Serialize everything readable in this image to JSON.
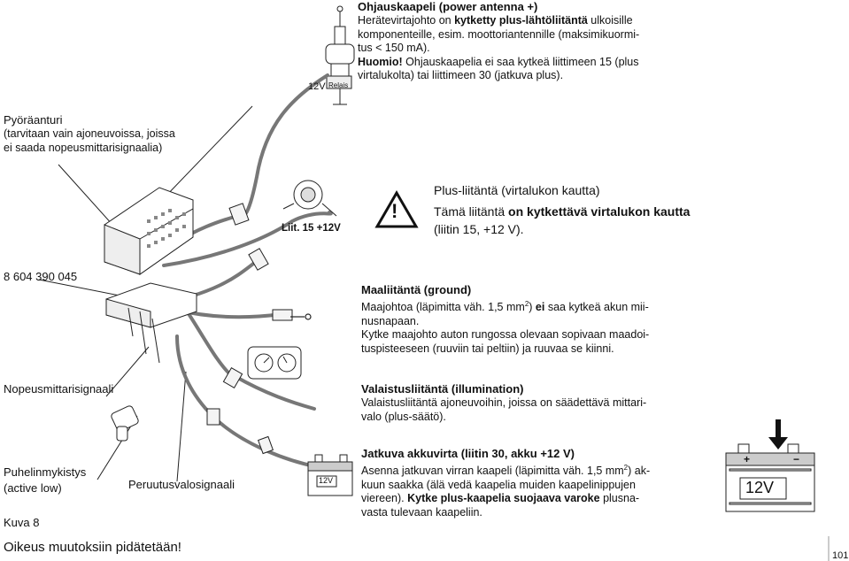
{
  "antenna": {
    "title": "Ohjauskaapeli (power antenna +)",
    "l1_pre": "Herätevirtajohto on ",
    "l1_bold": "kytketty plus-lähtöliitäntä",
    "l1_post": " ulkoisille",
    "l2": "komponenteille, esim. moottoriantennille (maksimikuormi-",
    "l3": "tus < 150 mA).",
    "l4_bold": "Huomio!",
    "l4_post": " Ohjauskaapelia ei saa kytkeä liittimeen 15 (plus",
    "l5": "virtalukolta) tai liittimeen 30 (jatkuva plus).",
    "voltage": "12V",
    "relay": "Relais"
  },
  "wheel_sensor": {
    "title": "Pyöräanturi",
    "l1": "(tarvitaan vain ajoneuvoissa, joissa",
    "l2": "ei saada nopeusmittarisignaalia)"
  },
  "plus_connection": {
    "title": "Plus-liitäntä (virtalukon kautta)",
    "l1_pre": "Tämä liitäntä ",
    "l1_bold": "on kytkettävä virtalukon kautta",
    "l2": "(liitin 15, +12 V).",
    "terminal_label": "Liit. 15 +12V",
    "warning_glyph": "!"
  },
  "part_number": "8 604 390 045",
  "ground": {
    "title": "Maaliitäntä (ground)",
    "l1_pre": "Maajohtoa (läpimitta väh. 1,5 mm",
    "l1_sup": "2",
    "l1_mid": ") ",
    "l1_bold": "ei",
    "l1_post": " saa kytkeä akun mii-",
    "l2": "nusnapaan.",
    "l3": "Kytke maajohto auton rungossa olevaan sopivaan maadoi-",
    "l4": "tuspisteeseen (ruuviin tai peltiin) ja ruuvaa se kiinni."
  },
  "speed_signal": "Nopeusmittarisignaali",
  "illumination": {
    "title": "Valaistusliitäntä (illumination)",
    "l1": "Valaistusliitäntä ajoneuvoihin, joissa on säädettävä mittari-",
    "l2": "valo (plus-säätö)."
  },
  "phone_mute": {
    "l1": "Puhelinmykistys",
    "l2": "(active low)"
  },
  "reverse_signal": "Peruutusvalosignaali",
  "figure_label": "Kuva 8",
  "permanent": {
    "title": "Jatkuva akkuvirta (liitin 30, akku +12 V)",
    "l1_pre": "Asenna jatkuvan virran kaapeli (läpimitta väh. 1,5 mm",
    "l1_sup": "2",
    "l1_post": ") ak-",
    "l2": "kuun saakka (älä vedä kaapelia muiden kaapelinippujen",
    "l3_pre": "viereen). ",
    "l3_bold": "Kytke plus-kaapelia suojaava varoke",
    "l3_post": " plusna-",
    "l4": "vasta tulevaan kaapeliin."
  },
  "battery_small_label": "12V",
  "battery_large_label": "12V",
  "plus_sign": "+",
  "minus_sign": "−",
  "footer_note": "Oikeus muutoksiin pidätetään!",
  "page_number": "101"
}
